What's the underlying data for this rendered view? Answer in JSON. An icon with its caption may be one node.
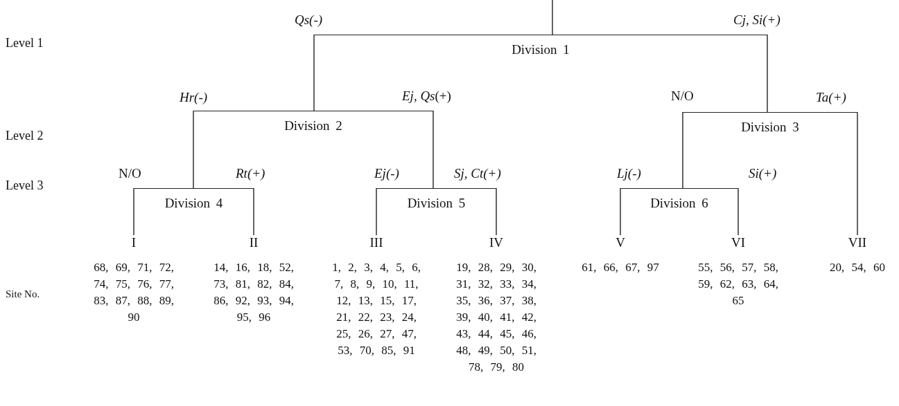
{
  "diagram": {
    "nodes": [
      {
        "text": [
          "Division 1"
        ]
      },
      {
        "text": [
          "Division 2"
        ]
      },
      {
        "text": [
          "Division 3"
        ]
      },
      {
        "text": [
          "Division 4"
        ]
      },
      {
        "text": [
          "Division 5"
        ]
      },
      {
        "text": [
          "Division 6"
        ]
      },
      {
        "text": [
          "I"
        ],
        "beside": [
          "68, 69, 71, 72, 74, 75, 76, 77, 83, 87, 88, 89, 90"
        ]
      },
      {
        "text": [
          "II"
        ],
        "beside": [
          "14, 16, 18, 52, 73, 81, 82, 84, 86, 92, 93, 94, 95, 96"
        ]
      },
      {
        "text": [
          "III"
        ],
        "beside": [
          "1, 2, 3, 4, 5, 6, 7, 8, 9, 10, 11, 12, 13, 15, 17, 21, 22, 23, 24, 25, 26, 27, 47, 53, 70, 85, 91"
        ]
      },
      {
        "text": [
          "IV"
        ],
        "beside": [
          "19, 28, 29, 30, 31, 32, 33, 34, 35, 36, 37, 38, 39, 40, 41, 42, 43, 44, 45, 46, 48, 49, 50, 51, 78, 79, 80"
        ]
      },
      {
        "text": [
          "V"
        ],
        "beside": [
          "61, 66, 67, 97"
        ]
      },
      {
        "text": [
          "VI"
        ],
        "beside": [
          "55, 56, 57, 58, 59, 62, 63, 64, 65"
        ]
      },
      {
        "text": [
          "VII"
        ],
        "beside": [
          "20, 54, 60"
        ]
      }
    ],
    "edges": [
      {
        "from": null,
        "to": 0,
        "arrow": "none"
      },
      {
        "from": 0,
        "to": 1,
        "arrow": "none",
        "label": "Qs(-)"
      },
      {
        "from": 0,
        "to": 2,
        "arrow": "none",
        "label": "Cj,  Si(+)"
      },
      {
        "from": 1,
        "to": 3,
        "arrow": "none",
        "label": "Hr(-)"
      },
      {
        "from": 1,
        "to": 4,
        "arrow": "none",
        "label": "*Ej,  Qs*(+)"
      },
      {
        "from": 2,
        "to": 5,
        "arrow": "none",
        "label": "N/O"
      },
      {
        "from": 2,
        "to": 12,
        "arrow": "none",
        "label": "Ta(+)"
      },
      {
        "from": 3,
        "to": 6,
        "arrow": "none",
        "label": "N/O"
      },
      {
        "from": 3,
        "to": 7,
        "arrow": "none",
        "label": "Rt(+)"
      },
      {
        "from": 4,
        "to": 8,
        "arrow": "none",
        "label": "Ej(-)"
      },
      {
        "from": 4,
        "to": 9,
        "arrow": "none",
        "label": "Sj,  Ct(+)"
      },
      {
        "from": 5,
        "to": 10,
        "arrow": "none",
        "label": "Lj(-)"
      },
      {
        "from": 5,
        "to": 11,
        "arrow": "none",
        "label": "Si(+)"
      }
    ],
    "labels": [
      "Level 1",
      "Level 2",
      "Level 3",
      "Site No."
    ]
  }
}
